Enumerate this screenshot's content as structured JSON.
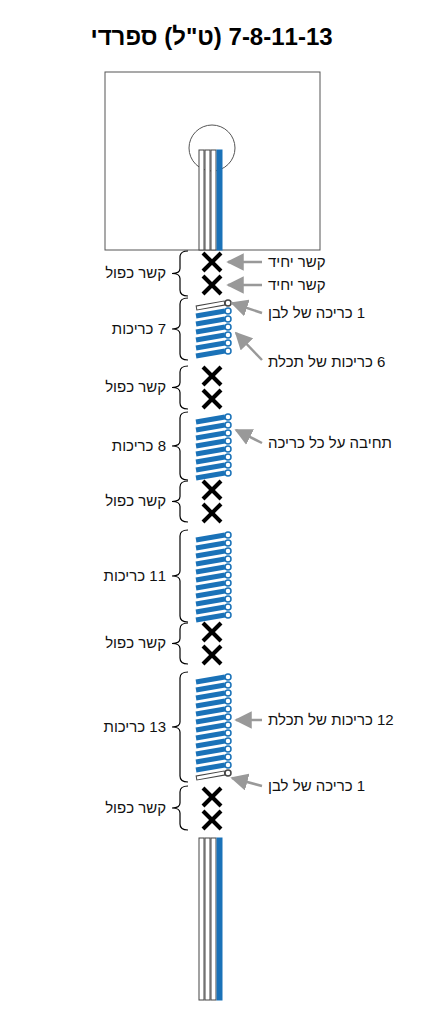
{
  "diagram": {
    "title": "7-8-11-13 (ט\"ל) ספרדי",
    "labels": [
      "קשר יחיד",
      "קשר כפול",
      "קשר יחיד",
      "1 כריכה של לבן",
      "7 כריכות",
      "6 כריכות של תכלת",
      "קשר כפול",
      "8 כריכות",
      "תחיבה על כל כריכה",
      "קשר כפול",
      "11 כריכות",
      "קשר כפול",
      "12 כריכות של תכלת",
      "13 כריכות",
      "1 כריכה של לבן",
      "קשר כפול"
    ]
  }
}
